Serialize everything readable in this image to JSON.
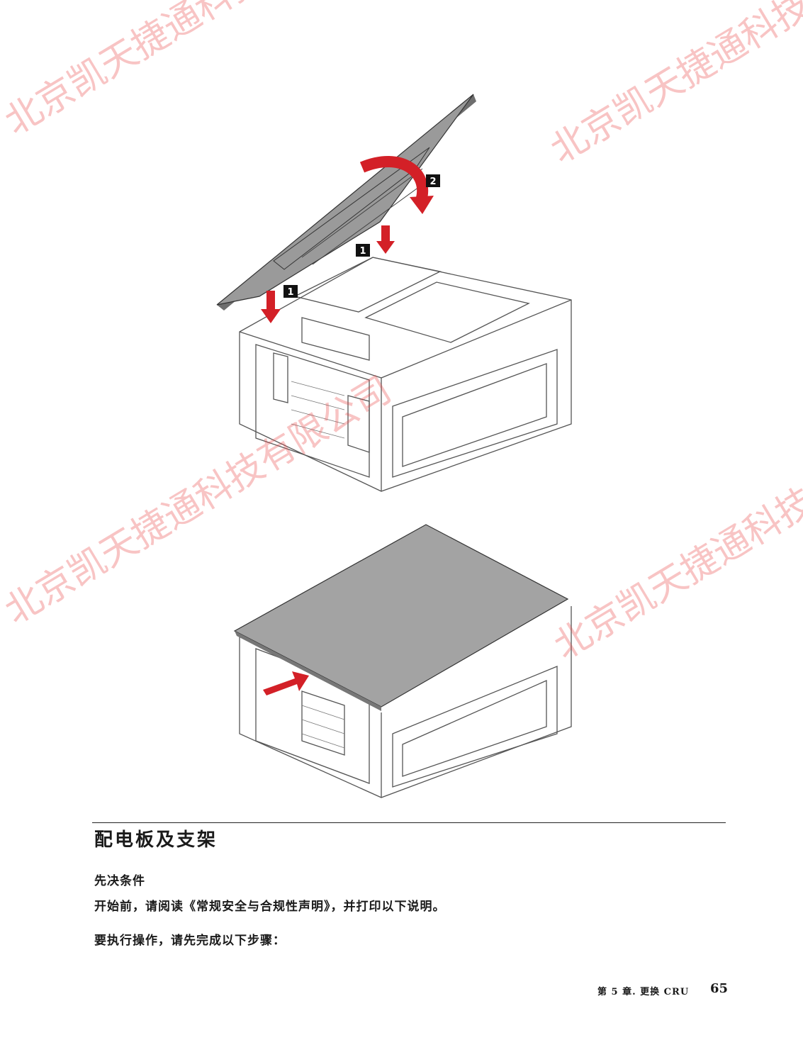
{
  "figure1": {
    "callouts": [
      "1",
      "1",
      "2"
    ],
    "colors": {
      "arrow": "#d32027",
      "callout_bg": "#111111",
      "panel": "#9a9a9a",
      "chassis_line": "#444444"
    }
  },
  "figure2": {
    "colors": {
      "arrow": "#d32027",
      "panel": "#a3a3a3"
    }
  },
  "section": {
    "title": "配电板及支架",
    "prereq_heading": "先决条件",
    "intro_text": "开始前，请阅读《常规安全与合规性声明》，并打印以下说明。",
    "steps_text": "要执行操作，请先完成以下步骤："
  },
  "footer": {
    "chapter": "第 5 章. 更换 CRU",
    "page_number": "65"
  },
  "watermark": {
    "text": "北京凯天捷通科技有限公司",
    "color": "#e84848"
  }
}
